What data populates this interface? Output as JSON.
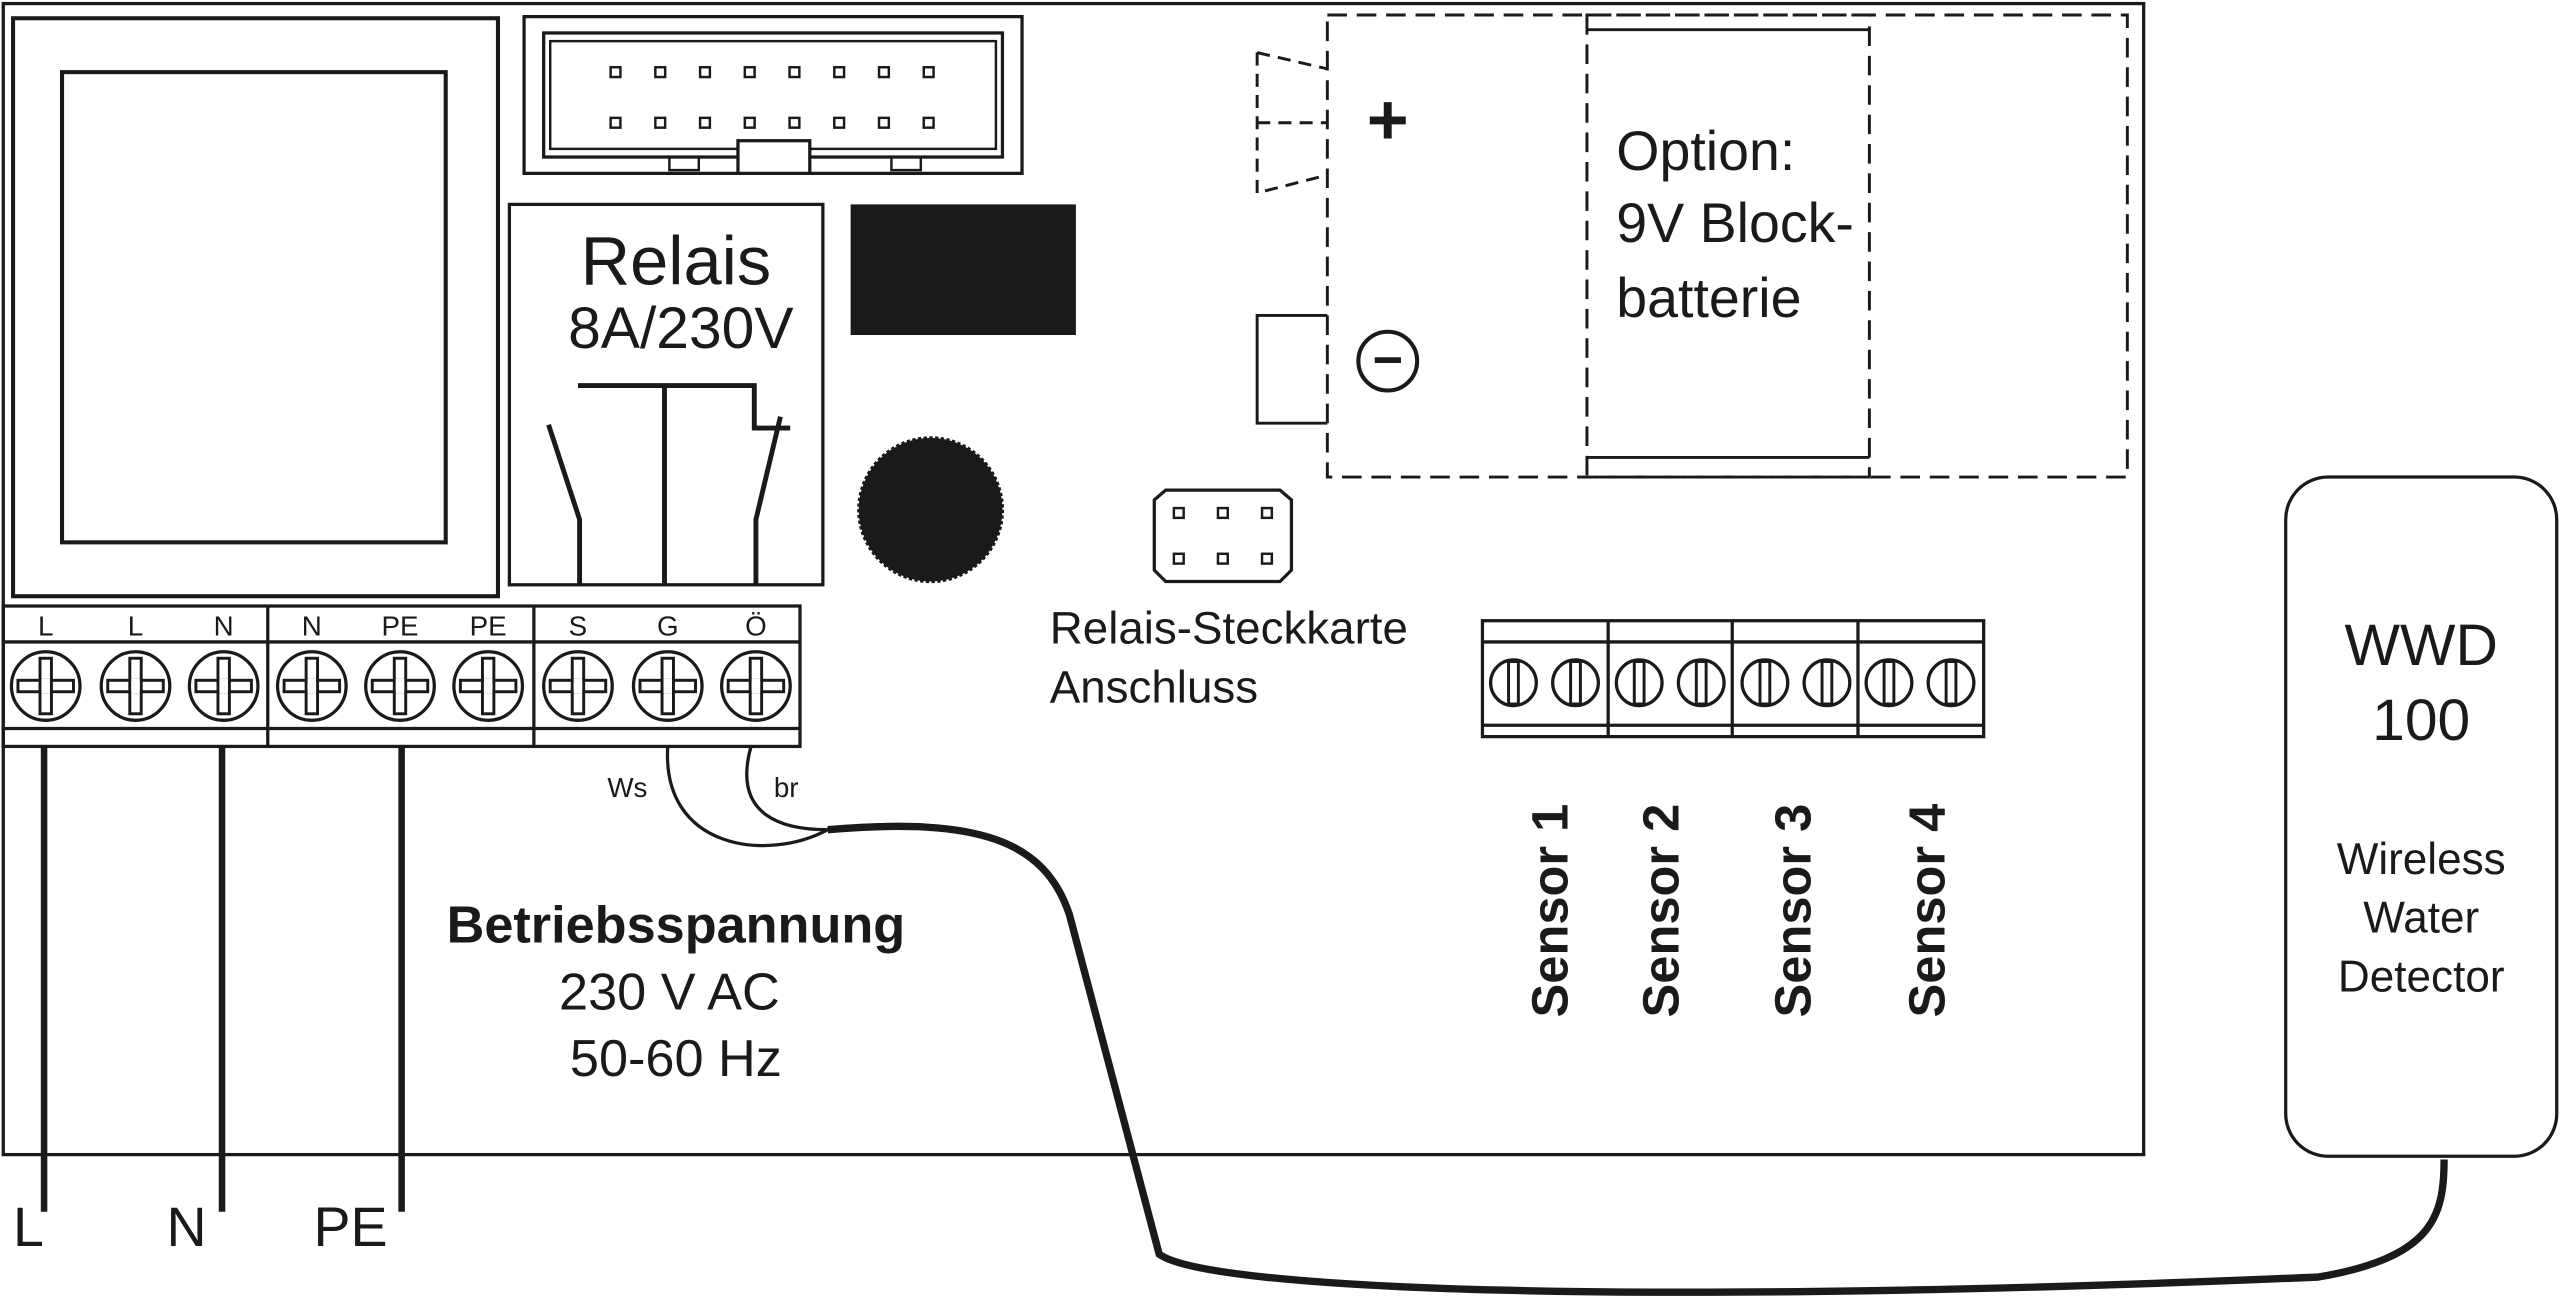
{
  "relay": {
    "title": "Relais",
    "rating": "8A/230V"
  },
  "battery": {
    "plus": "+",
    "minus": "−",
    "line1": "Option:",
    "line2": "9V Block-",
    "line3": "batterie"
  },
  "relay_card": {
    "line1": "Relais-Steckkarte",
    "line2": "Anschluss"
  },
  "terminals": [
    "L",
    "L",
    "N",
    "N",
    "PE",
    "PE",
    "S",
    "G",
    "Ö"
  ],
  "wires": {
    "white": "Ws",
    "brown": "br"
  },
  "supply": {
    "heading": "Betriebsspannung",
    "voltage": "230 V AC",
    "frequency": "50-60 Hz"
  },
  "mains_labels": [
    "L",
    "N",
    "PE"
  ],
  "sensors": [
    "Sensor 1",
    "Sensor 2",
    "Sensor 3",
    "Sensor 4"
  ],
  "detector": {
    "line1": "WWD",
    "line2": "100",
    "line3": "Wireless",
    "line4": "Water",
    "line5": "Detector"
  }
}
